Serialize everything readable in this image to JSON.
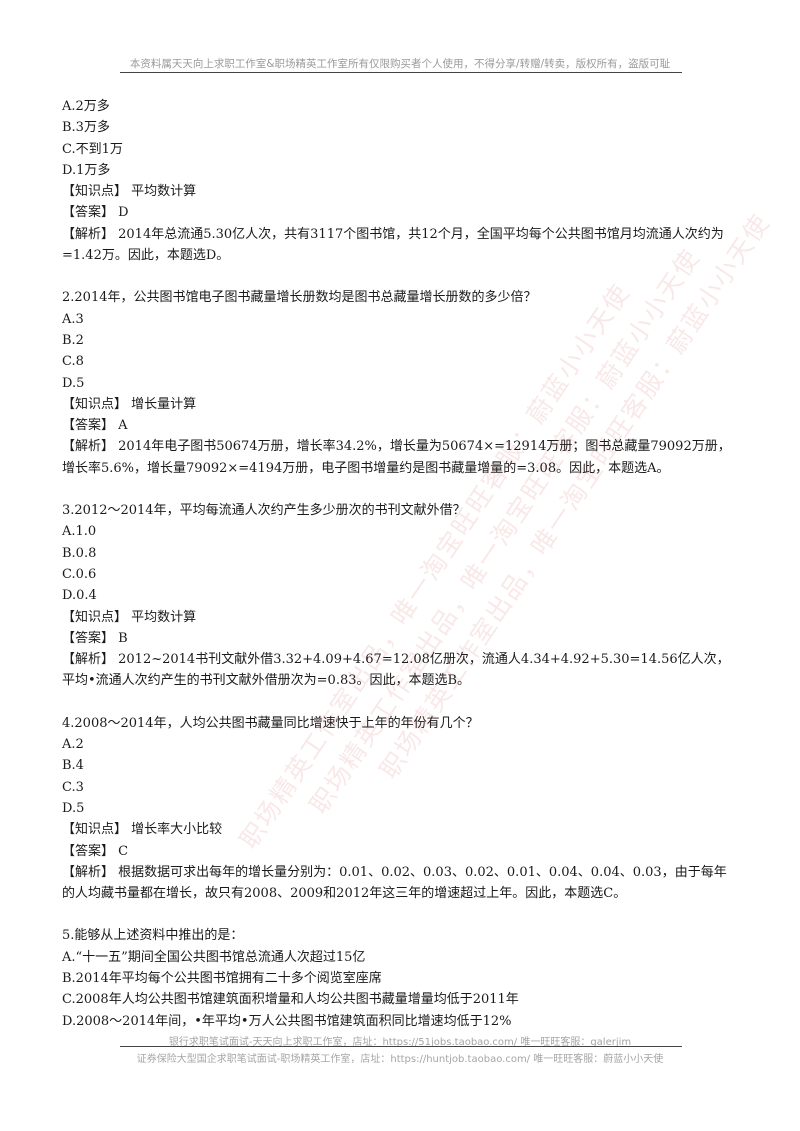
{
  "header": {
    "notice": "本资料属天天向上求职工作室&职场精英工作室所有仅限购买者个人使用，不得分享/转赠/转卖，版权所有，盗版可耻"
  },
  "lines_top": [
    "A.2万多",
    "B.3万多",
    "C.不到1万",
    "D.1万多",
    "【知识点】 平均数计算",
    "【答案】 D"
  ],
  "q1_analysis": "【解析】 2014年总流通5.30亿人次，共有3117个图书馆，共12个月，全国平均每个公共图书馆月均流通人次约为=1.42万。因此，本题选D。",
  "q2": {
    "lines": [
      "2.2014年，公共图书馆电子图书藏量增长册数均是图书总藏量增长册数的多少倍？",
      "A.3",
      "B.2",
      "C.8",
      "D.5",
      "【知识点】 增长量计算",
      "【答案】 A"
    ],
    "analysis": "【解析】 2014年电子图书50674万册，增长率34.2%，增长量为50674×=12914万册；图书总藏量79092万册，增长率5.6%，增长量79092×=4194万册，电子图书增量约是图书藏量增量的=3.08。因此，本题选A。"
  },
  "q3": {
    "lines": [
      "3.2012～2014年，平均每流通人次约产生多少册次的书刊文献外借？",
      "A.1.0",
      "B.0.8",
      "C.0.6",
      "D.0.4",
      "【知识点】 平均数计算",
      "【答案】 B"
    ],
    "analysis": "【解析】 2012~2014书刊文献外借3.32+4.09+4.67=12.08亿册次，流通人4.34+4.92+5.30=14.56亿人次，平均•流通人次约产生的书刊文献外借册次为=0.83。因此，本题选B。"
  },
  "q4": {
    "lines": [
      "4.2008～2014年，人均公共图书藏量同比增速快于上年的年份有几个？",
      "A.2",
      "B.4",
      "C.3",
      "D.5",
      "【知识点】 增长率大小比较",
      "【答案】 C"
    ],
    "analysis": "【解析】 根据数据可求出每年的增长量分别为：0.01、0.02、0.03、0.02、0.01、0.04、0.04、0.03，由于每年的人均藏书量都在增长，故只有2008、2009和2012年这三年的增速超过上年。因此，本题选C。"
  },
  "q5": {
    "lines": [
      "5.能够从上述资料中推出的是：",
      "A.“十一五”期间全国公共图书馆总流通人次超过15亿",
      "B.2014年平均每个公共图书馆拥有二十多个阅览室座席",
      "C.2008年人均公共图书馆建筑面积增量和人均公共图书藏量增量均低于2011年",
      "D.2008～2014年间，•年平均•万人公共图书馆建筑面积同比增速均低于12%"
    ]
  },
  "footer": {
    "line1": "银行求职笔试面试-天天向上求职工作室，店址：https://51jobs.taobao.com/ 唯一旺旺客服：galerjim",
    "line2": "证券保险大型国企求职笔试面试-职场精英工作室，店址：https://huntjob.taobao.com/ 唯一旺旺客服：蔚蓝小小天使"
  },
  "watermarks": [
    "职场精英工作室出品，唯一淘宝旺旺客服：蔚蓝小小天使",
    "职场精英工作室出品，唯一淘宝旺旺客服：蔚蓝小小天使",
    "职场精英工作室出品，唯一淘宝旺旺客服：蔚蓝小小天使"
  ]
}
